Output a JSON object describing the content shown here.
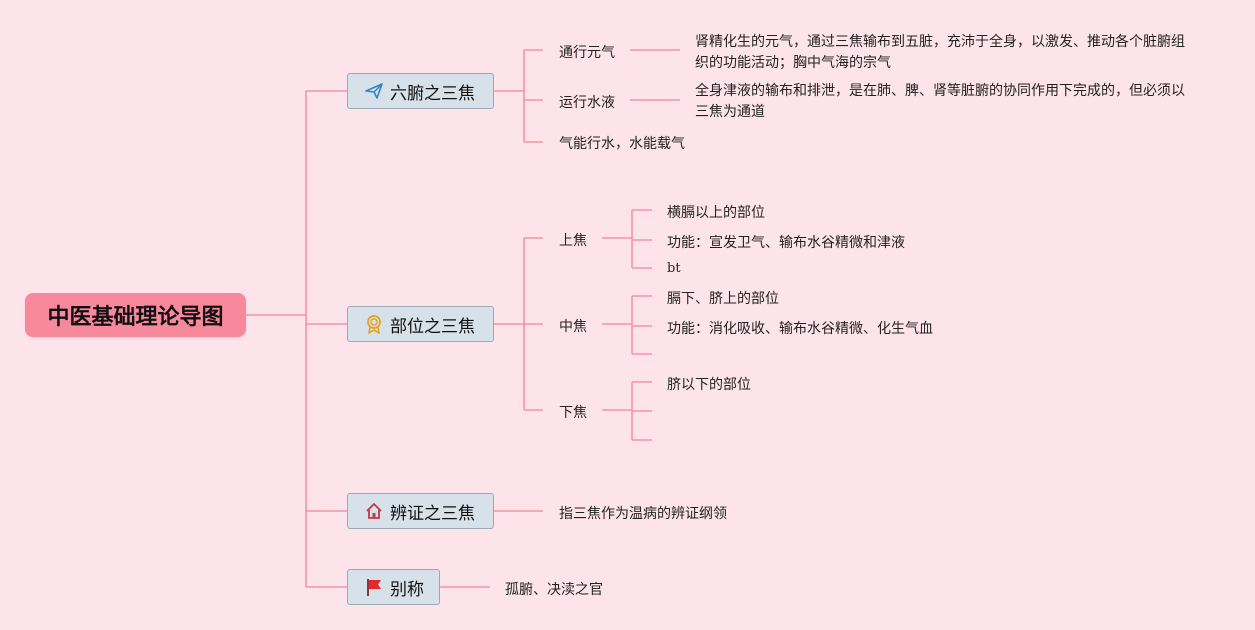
{
  "root": {
    "title": "中医基础理论导图"
  },
  "colors": {
    "line": "#f493aa",
    "root": "#f8889b",
    "node_fill": "#d6e1ea",
    "background": "#fde4ea"
  },
  "branches": [
    {
      "label": "六腑之三焦",
      "icon": "paper-plane-icon",
      "children": [
        {
          "label": "通行元气",
          "desc": [
            "肾精化生的元气，通过三焦输布到五脏，充沛于全身，以激发、推动各个脏腑组",
            "织的功能活动；胸中气海的宗气"
          ]
        },
        {
          "label": "运行水液",
          "desc": [
            "全身津液的输布和排泄，是在肺、脾、肾等脏腑的协同作用下完成的，但必须以",
            "三焦为通道"
          ]
        },
        {
          "label": "气能行水，水能载气"
        }
      ]
    },
    {
      "label": "部位之三焦",
      "icon": "award-medal-icon",
      "children": [
        {
          "label": "上焦",
          "items": [
            "横膈以上的部位",
            "功能：宣发卫气、输布水谷精微和津液",
            "bt"
          ]
        },
        {
          "label": "中焦",
          "items": [
            "膈下、脐上的部位",
            "功能：消化吸收、输布水谷精微、化生气血",
            ""
          ]
        },
        {
          "label": "下焦",
          "items": [
            "脐以下的部位",
            "",
            ""
          ]
        }
      ]
    },
    {
      "label": "辨证之三焦",
      "icon": "house-icon",
      "children": [
        {
          "label": "指三焦作为温病的辨证纲领"
        }
      ]
    },
    {
      "label": "别称",
      "icon": "red-flag-icon",
      "children": [
        {
          "label": "孤腑、决渎之官"
        }
      ]
    }
  ]
}
